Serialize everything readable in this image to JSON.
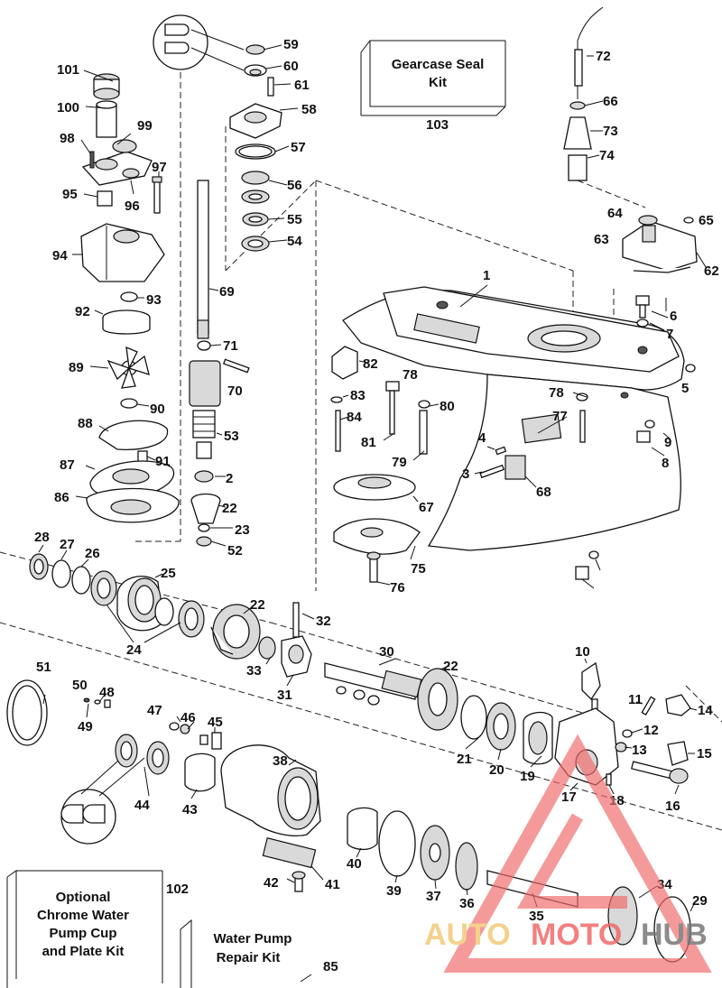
{
  "diagram": {
    "kits": {
      "gearcase_seal_line1": "Gearcase Seal",
      "gearcase_seal_line2": "Kit",
      "gearcase_seal_ref": "103",
      "chrome_line1": "Optional",
      "chrome_line2": "Chrome Water",
      "chrome_line3": "Pump Cup",
      "chrome_line4": "and Plate Kit",
      "chrome_ref": "102",
      "water_pump_line1": "Water Pump",
      "water_pump_line2": "Repair Kit",
      "water_pump_ref": "85"
    },
    "part_numbers": [
      "1",
      "2",
      "3",
      "4",
      "5",
      "6",
      "7",
      "8",
      "9",
      "10",
      "11",
      "12",
      "13",
      "14",
      "15",
      "16",
      "17",
      "18",
      "19",
      "20",
      "21",
      "22",
      "23",
      "24",
      "25",
      "26",
      "27",
      "28",
      "29",
      "30",
      "31",
      "32",
      "33",
      "34",
      "35",
      "36",
      "37",
      "38",
      "39",
      "40",
      "41",
      "42",
      "43",
      "44",
      "45",
      "46",
      "47",
      "48",
      "49",
      "50",
      "51",
      "52",
      "53",
      "54",
      "55",
      "56",
      "57",
      "58",
      "59",
      "60",
      "61",
      "62",
      "63",
      "64",
      "65",
      "66",
      "67",
      "68",
      "69",
      "70",
      "71",
      "72",
      "73",
      "74",
      "75",
      "76",
      "77",
      "78",
      "79",
      "80",
      "81",
      "82",
      "83",
      "84",
      "86",
      "87",
      "88",
      "89",
      "90",
      "91",
      "92",
      "93",
      "94",
      "95",
      "96",
      "97",
      "98",
      "99",
      "100",
      "101"
    ]
  },
  "watermark": {
    "brand_part1": "AUTO",
    "brand_part2": "MOTO",
    "brand_part3": "HUB",
    "colors": {
      "auto": "#f3c97a",
      "moto": "#f06a6a",
      "hub": "#777777",
      "triangle": "#f06a6a"
    }
  }
}
